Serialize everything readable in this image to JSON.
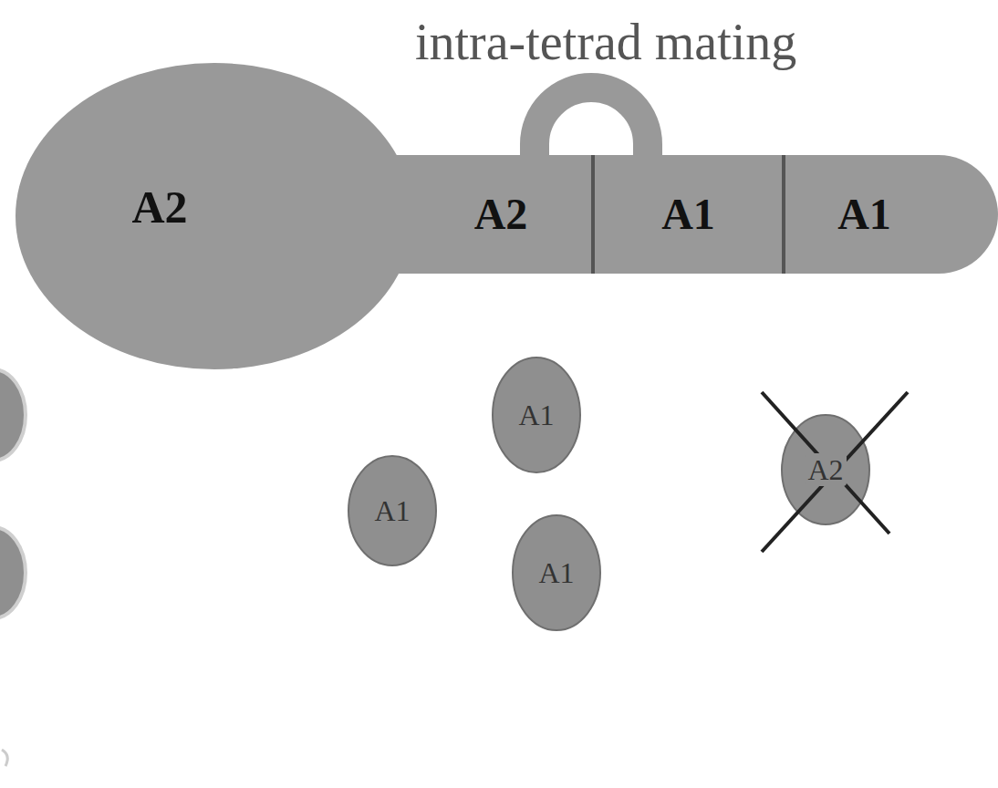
{
  "diagram": {
    "title": "intra-tetrad mating",
    "nodes": [
      {
        "text": [
          "A2"
        ]
      },
      {
        "text": [
          "A2"
        ]
      },
      {
        "text": [
          "A1"
        ]
      },
      {
        "text": [
          "A1"
        ]
      },
      {
        "text": [
          "A1"
        ]
      },
      {
        "text": [
          "A1"
        ]
      },
      {
        "text": [
          "A1"
        ]
      },
      {
        "text": [
          "A2"
        ]
      }
    ],
    "edges": [
      {
        "from": 1,
        "to": 2,
        "arrow": "none"
      }
    ]
  }
}
